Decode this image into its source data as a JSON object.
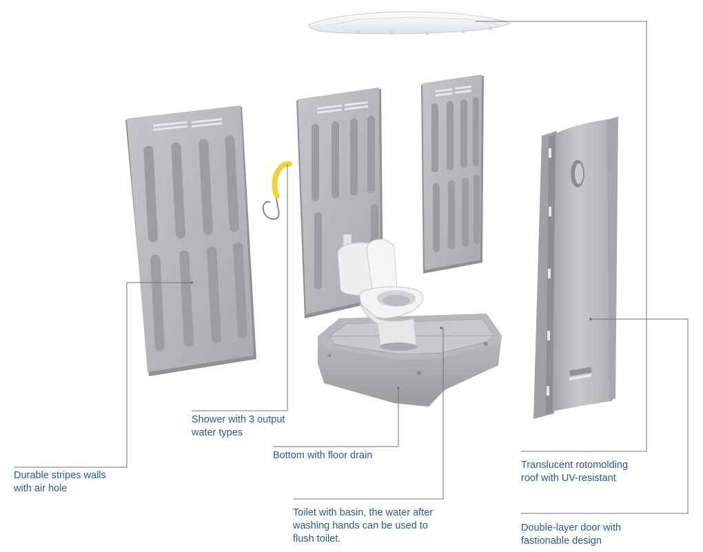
{
  "colors": {
    "label_text": "#2b5a85",
    "leader_line": "#6f6f6f",
    "panel_face": "#b4b6b9",
    "panel_shadow": "#8e9093",
    "stripe": "#a0a2a5",
    "roof": "#eef0f3",
    "toilet": "#ecedef",
    "shower_hose": "#f0d43a"
  },
  "callouts": {
    "shower": "Shower with 3 output\nwater types",
    "floor": "Bottom with floor drain",
    "walls": "Durable stripes walls\nwith air hole",
    "toilet": "Toilet with basin, the water after\nwashing hands can be used to\nflush toilet.",
    "roof": "Translucent rotomolding\nroof with UV-resistant",
    "door": "Double-layer door with\nfastionable design"
  }
}
